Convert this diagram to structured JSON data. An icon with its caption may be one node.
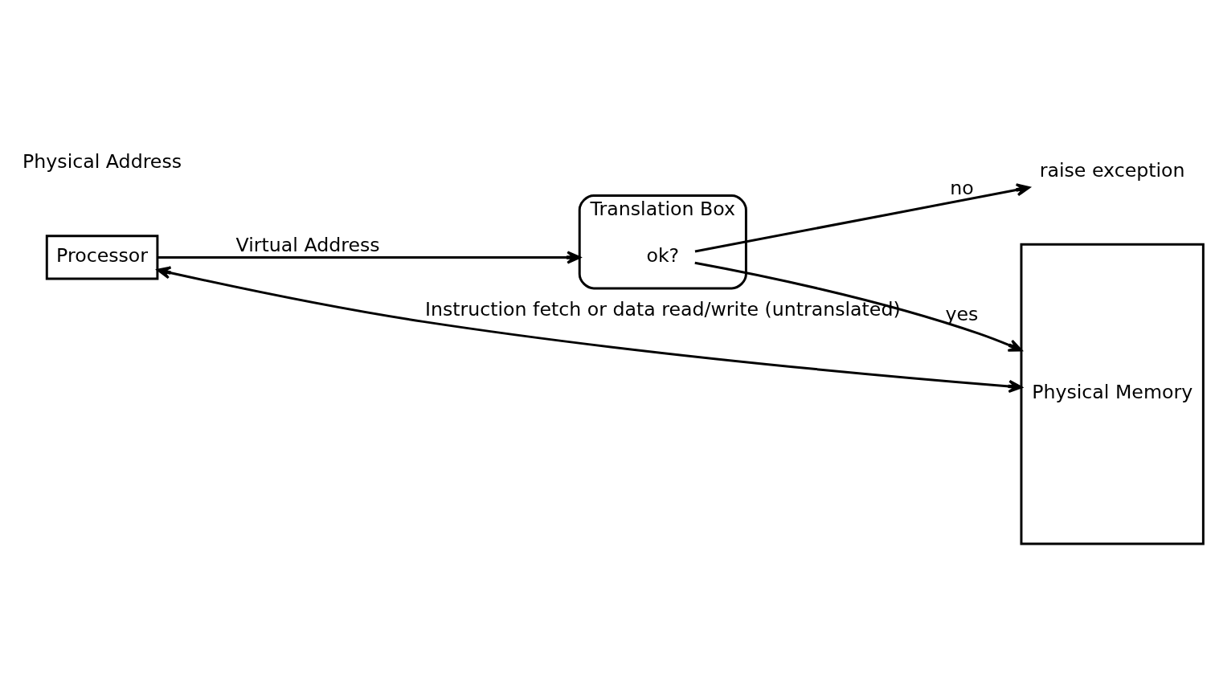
{
  "diagram": {
    "nodes": [
      {
        "text": [
          "Processor"
        ]
      },
      {
        "text": [
          "Translation Box"
        ]
      },
      {
        "text": [
          "ok?"
        ],
        "in": 1
      },
      {
        "text": [
          "raise exception"
        ]
      },
      {
        "text": [
          "Physical Memory"
        ]
      }
    ],
    "edges": [
      {
        "from": 0,
        "to": 1,
        "arrow": "to",
        "label": "Virtual Address"
      },
      {
        "from": 2,
        "to": 4,
        "arrow": "to",
        "label": "yes"
      },
      {
        "from": 2,
        "to": 3,
        "arrow": "to",
        "label": "no"
      },
      {
        "from": 4,
        "to": 0,
        "arrow": "both",
        "label": "Instruction fetch or data read/write (untranslated)"
      }
    ],
    "labels": [
      "Physical Address"
    ]
  }
}
